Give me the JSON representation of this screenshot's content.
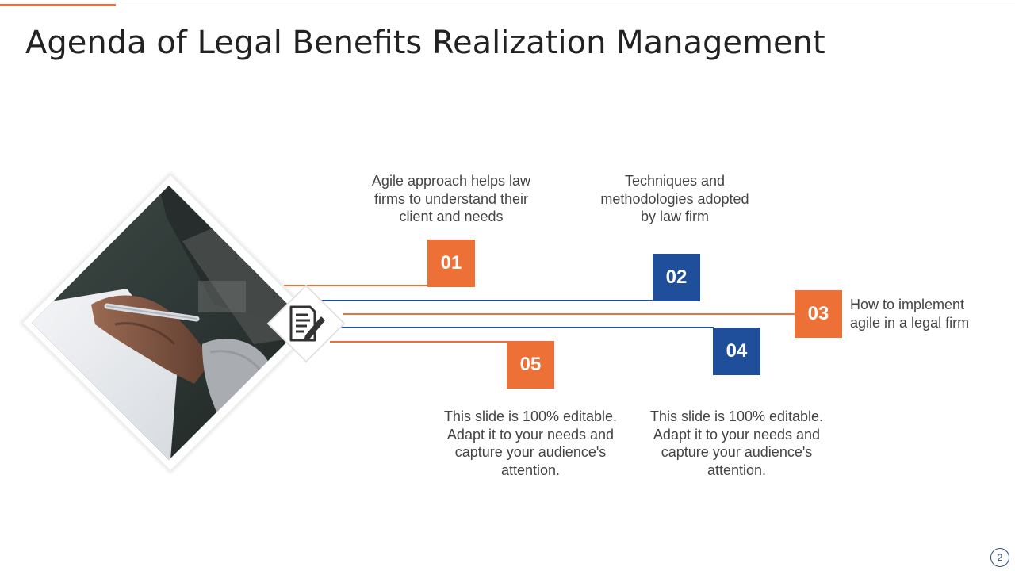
{
  "slide": {
    "title": "Agenda of Legal Benefits Realization Management",
    "page_number": "2"
  },
  "colors": {
    "orange": "#ed7136",
    "navy": "#1f4e9b",
    "title_text": "#222222",
    "body_text": "#444444"
  },
  "center_icon": "document-pen-icon",
  "agenda_items": [
    {
      "number": "01",
      "text": "Agile approach helps law firms to understand their client and needs"
    },
    {
      "number": "02",
      "text": "Techniques and methodologies adopted by law firm"
    },
    {
      "number": "03",
      "text": "How to implement agile in a legal firm"
    },
    {
      "number": "04",
      "text": "This slide is 100% editable. Adapt it to your needs and capture your audience's attention."
    },
    {
      "number": "05",
      "text": "This slide is 100% editable. Adapt it to your needs and capture your audience's attention."
    }
  ]
}
